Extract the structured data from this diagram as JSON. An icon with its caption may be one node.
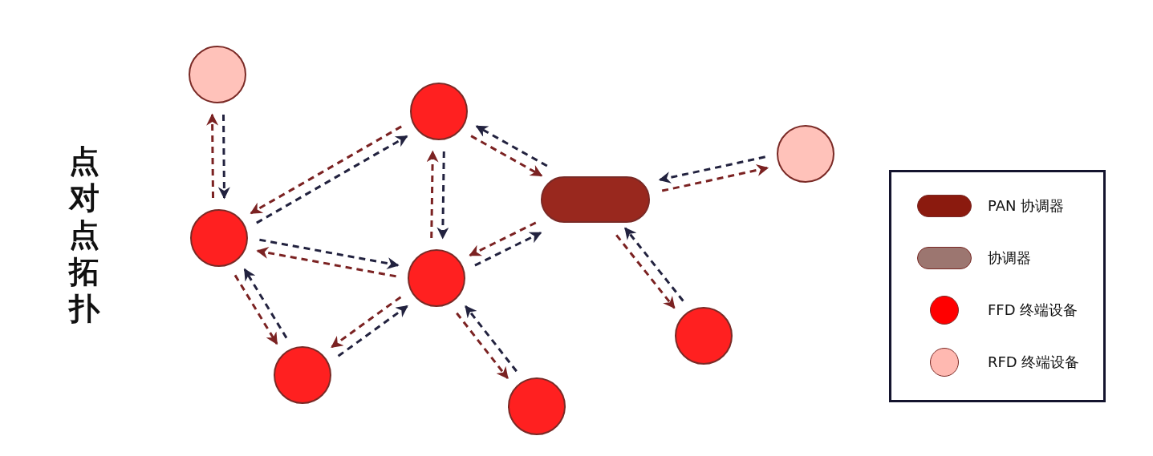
{
  "diagram": {
    "title": "点对点拓扑",
    "nodes": [
      {
        "text": [],
        "shape": "circle"
      },
      {
        "text": [],
        "shape": "circle"
      },
      {
        "text": [],
        "shape": "pill"
      },
      {
        "text": [],
        "shape": "circle"
      },
      {
        "text": [],
        "shape": "circle"
      },
      {
        "text": [],
        "shape": "circle"
      },
      {
        "text": [],
        "shape": "circle"
      },
      {
        "text": [],
        "shape": "circle"
      },
      {
        "text": [],
        "shape": "circle"
      }
    ],
    "edges": [
      {
        "from": 4,
        "to": 0,
        "arrow": "to",
        "style": "dashed",
        "color": "#7b2222"
      },
      {
        "from": 0,
        "to": 4,
        "arrow": "to",
        "style": "dashed"
      },
      {
        "from": 1,
        "to": 4,
        "arrow": "to",
        "style": "dashed",
        "color": "#7b2222"
      },
      {
        "from": 4,
        "to": 1,
        "arrow": "to",
        "style": "dashed"
      },
      {
        "from": 5,
        "to": 1,
        "arrow": "to",
        "style": "dashed",
        "color": "#7b2222"
      },
      {
        "from": 1,
        "to": 5,
        "arrow": "to",
        "style": "dashed"
      },
      {
        "from": 1,
        "to": 2,
        "arrow": "to",
        "style": "dashed",
        "color": "#7b2222"
      },
      {
        "from": 2,
        "to": 1,
        "arrow": "to",
        "style": "dashed"
      },
      {
        "from": 2,
        "to": 3,
        "arrow": "to",
        "style": "dashed",
        "color": "#7b2222"
      },
      {
        "from": 3,
        "to": 2,
        "arrow": "to",
        "style": "dashed"
      },
      {
        "from": 5,
        "to": 4,
        "arrow": "to",
        "style": "dashed",
        "color": "#7b2222"
      },
      {
        "from": 4,
        "to": 5,
        "arrow": "to",
        "style": "dashed"
      },
      {
        "from": 2,
        "to": 5,
        "arrow": "to",
        "style": "dashed",
        "color": "#7b2222"
      },
      {
        "from": 5,
        "to": 2,
        "arrow": "to",
        "style": "dashed"
      },
      {
        "from": 2,
        "to": 8,
        "arrow": "to",
        "style": "dashed",
        "color": "#7b2222"
      },
      {
        "from": 8,
        "to": 2,
        "arrow": "to",
        "style": "dashed"
      },
      {
        "from": 4,
        "to": 6,
        "arrow": "to",
        "style": "dashed",
        "color": "#7b2222"
      },
      {
        "from": 6,
        "to": 4,
        "arrow": "to",
        "style": "dashed"
      },
      {
        "from": 5,
        "to": 6,
        "arrow": "to",
        "style": "dashed",
        "color": "#7b2222"
      },
      {
        "from": 6,
        "to": 5,
        "arrow": "to",
        "style": "dashed"
      },
      {
        "from": 5,
        "to": 7,
        "arrow": "to",
        "style": "dashed",
        "color": "#7b2222"
      },
      {
        "from": 7,
        "to": 5,
        "arrow": "to",
        "style": "dashed"
      }
    ],
    "legend": [
      {
        "text": "PAN 协调器",
        "color": "#8b1a0e"
      },
      {
        "text": "协调器",
        "color": "#9c7670"
      },
      {
        "text": "FFD 终端设备",
        "color": "#ff0000"
      },
      {
        "text": "RFD 终端设备",
        "color": "#ffb9b1"
      }
    ]
  }
}
